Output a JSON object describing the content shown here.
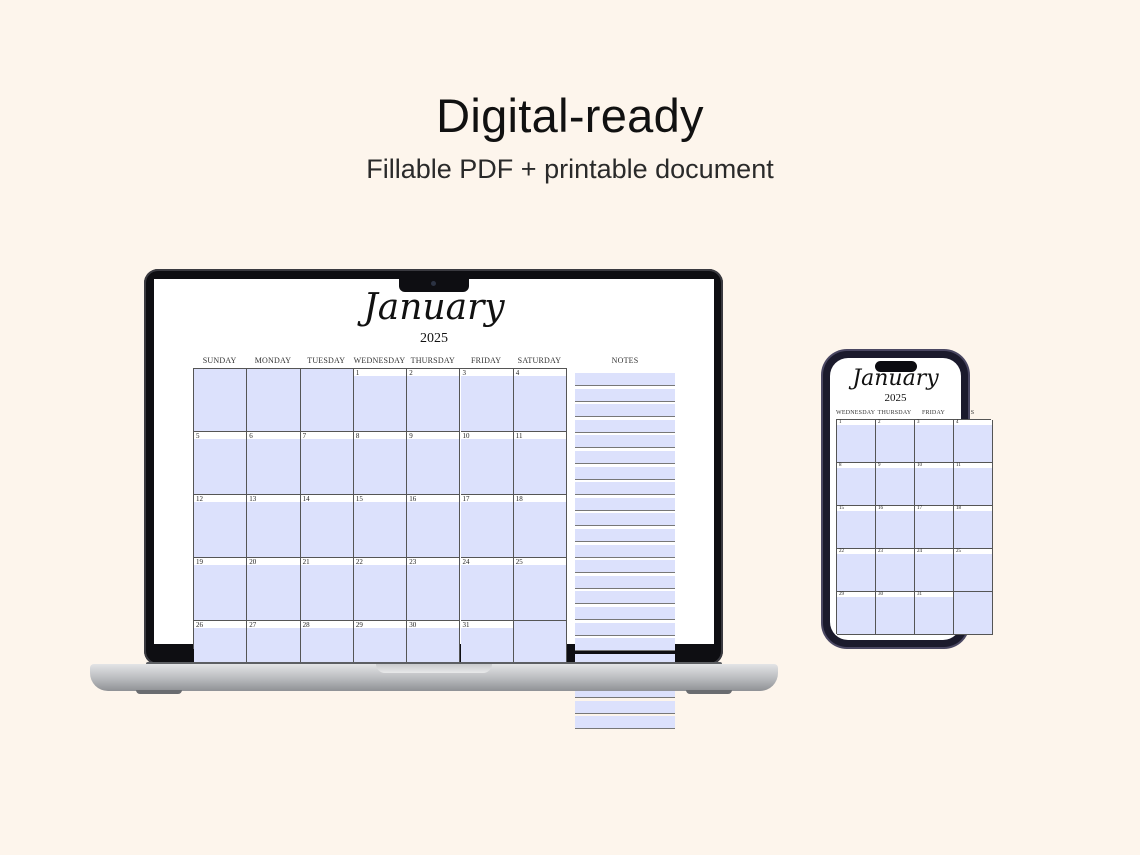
{
  "header": {
    "title": "Digital-ready",
    "subtitle": "Fillable PDF + printable document"
  },
  "calendar": {
    "month": "January",
    "year": "2025",
    "days": [
      "SUNDAY",
      "MONDAY",
      "TUESDAY",
      "WEDNESDAY",
      "THURSDAY",
      "FRIDAY",
      "SATURDAY"
    ],
    "notes_label": "NOTES",
    "weeks": [
      [
        "",
        "",
        "",
        "1",
        "2",
        "3",
        "4"
      ],
      [
        "5",
        "6",
        "7",
        "8",
        "9",
        "10",
        "11"
      ],
      [
        "12",
        "13",
        "14",
        "15",
        "16",
        "17",
        "18"
      ],
      [
        "19",
        "20",
        "21",
        "22",
        "23",
        "24",
        "25"
      ],
      [
        "26",
        "27",
        "28",
        "29",
        "30",
        "31",
        ""
      ]
    ]
  },
  "phone_calendar": {
    "month": "January",
    "year": "2025",
    "days": [
      "WEDNESDAY",
      "THURSDAY",
      "FRIDAY",
      "S"
    ],
    "weeks": [
      [
        "1",
        "2",
        "3",
        "4"
      ],
      [
        "8",
        "9",
        "10",
        "11"
      ],
      [
        "15",
        "16",
        "17",
        "18"
      ],
      [
        "22",
        "23",
        "24",
        "25"
      ],
      [
        "29",
        "30",
        "31",
        ""
      ]
    ]
  },
  "colors": {
    "background": "#fdf5ec",
    "cell_fill": "#dce1fc",
    "device_dark": "#0e0e12"
  }
}
